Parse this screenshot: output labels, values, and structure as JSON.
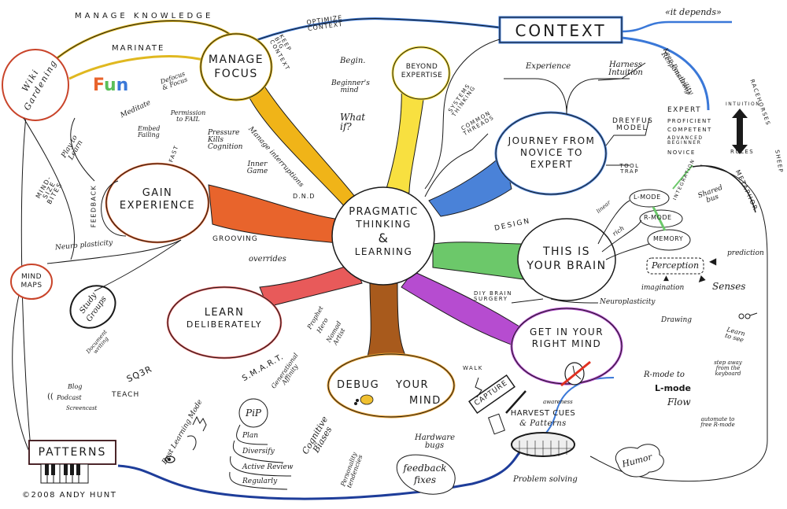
{
  "title": "Pragmatic Thinking & Learning",
  "credit": "©2008 ANDY HUNT",
  "colors": {
    "manage_focus": "#f2c21b",
    "beyond_expertise": "#f7e02a",
    "context": "#3a78d8",
    "journey": "#4a82d8",
    "brain": "#5bbf5a",
    "right_mind": "#b64cd0",
    "debug": "#a85a1c",
    "learn": "#e25a5a",
    "gain": "#e8642c",
    "ink": "#1a1a1a"
  },
  "center": {
    "line1": "PRAGMATIC",
    "line2": "THINKING",
    "line3": "&",
    "line4": "LEARNING"
  },
  "nodes": {
    "manage_focus": {
      "line1": "MANAGE",
      "line2": "FOCUS"
    },
    "beyond_expertise": {
      "line1": "BEYOND",
      "line2": "EXPERTISE"
    },
    "context": {
      "label": "CONTEXT"
    },
    "journey": {
      "line1": "JOURNEY FROM",
      "line2": "NOVICE TO",
      "line3": "EXPERT"
    },
    "brain": {
      "line1": "THIS IS",
      "line2": "YOUR BRAIN"
    },
    "right_mind": {
      "line1": "GET IN YOUR",
      "line2": "RIGHT MIND"
    },
    "debug": {
      "line1": "DEBUG",
      "line2": "YOUR",
      "line3": "MIND"
    },
    "learn": {
      "line1": "LEARN",
      "line2": "DELIBERATELY"
    },
    "gain": {
      "line1": "GAIN",
      "line2": "EXPERIENCE"
    },
    "wiki": {
      "line1": "Wiki",
      "line2": "Gardening"
    },
    "mind_maps": {
      "line1": "MIND",
      "line2": "MAPS"
    },
    "study_groups": {
      "line1": "Study",
      "line2": "Groups"
    },
    "patterns": {
      "label": "PATTERNS"
    },
    "pip": {
      "label": "PiP"
    },
    "harvest": {
      "line1": "HARVEST CUES",
      "line2": "& Patterns"
    },
    "humor": {
      "label": "Humor"
    },
    "capture": {
      "label": "CAPTURE"
    },
    "perception": {
      "label": "Perception"
    },
    "l_mode": {
      "label": "L-MODE"
    },
    "r_mode": {
      "label": "R-MODE"
    },
    "memory": {
      "label": "MEMORY"
    },
    "feedback_fixes": {
      "line1": "feedback",
      "line2": "fixes"
    }
  },
  "labels": {
    "manage_knowledge": "MANAGE KNOWLEDGE",
    "marinate": "MARINATE",
    "fun": "Fun",
    "optimize_context": "OPTIMIZE CONTEXT",
    "keep_big_context": "KEEP BIG CONTEXT",
    "defocus_focus": "Defocus & Focus",
    "meditate": "Meditate",
    "permission_to_fail": "Permission to FAIL",
    "embed_failing": "Embed Failing",
    "fast": "FAST",
    "pressure_kills": "Pressure Kills Cognition",
    "manage_interruptions": "Manage interruptions",
    "dnd": "D.N.D",
    "inner_game": "Inner Game",
    "play_to_learn": "Play to Learn",
    "mind_size_bites": "MIND-SIZE BITES",
    "feedback": "FEEDBACK",
    "grooving": "GROOVING",
    "overrides": "overrides",
    "neuroplasticity_left": "Neuro plasticity",
    "begin": "Begin.",
    "beginners_mind": "Beginner's mind",
    "what_if": "What if?",
    "systems_thinking": "SYSTEMS THINKING",
    "common_threads": "COMMON THREADS",
    "it_depends": "«it depends»",
    "responsibility": "Responsibility",
    "keep_practicing": "Keep Practicing",
    "experience": "Experience",
    "harness_intuition": "Harness Intuition",
    "dreyfus_model": "DREYFUS MODEL",
    "dreyfus_levels": [
      "EXPERT",
      "PROFICIENT",
      "COMPETENT",
      "ADVANCED BEGINNER",
      "NOVICE"
    ],
    "tool_trap": "TOOL TRAP",
    "intuition": "INTUITION",
    "rules": "RULES",
    "racehorses": "RACEHORSES",
    "sheep": "SHEEP",
    "metaphor": "METAPHOR",
    "integration": "INTEGRATION",
    "shared_bus": "Shared bus",
    "design": "DESIGN",
    "linear": "linear",
    "rich": "rich",
    "prediction": "prediction",
    "imagination": "imagination",
    "senses": "Senses",
    "diy_brain_surgery": "DIY BRAIN SURGERY",
    "neuroplasticity_right": "Neuroplasticity",
    "drawing": "Drawing",
    "learn_to_see": "Learn to see",
    "r_to_l_flow_1": "R-mode to",
    "r_to_l_flow_2": "L-mode",
    "r_to_l_flow_3": "Flow",
    "step_away": "step away from the keyboard",
    "automate": "automate to free R-mode",
    "walk": "WALK",
    "awareness": "awareness",
    "problem_solving": "Problem solving",
    "hardware_bugs": "Hardware bugs",
    "cognitive_biases": "Cognitive Biases",
    "personality_tendencies": "Personality tendencies",
    "generational_affinity": "Generational Affinity",
    "archetypes": [
      "Prophet",
      "Hero",
      "Nomad",
      "Artist"
    ],
    "smart": "S.M.A.R.T.",
    "best_learning_mode": "Best Learning Mode",
    "pip_items": [
      "Plan",
      "Diversify",
      "Active Review",
      "Regularly"
    ],
    "sq3r": "SQ3R",
    "teach": "TEACH",
    "document_writing": "Document writing",
    "blog": "Blog",
    "podcast": "Podcast",
    "screencast": "Screencast"
  }
}
